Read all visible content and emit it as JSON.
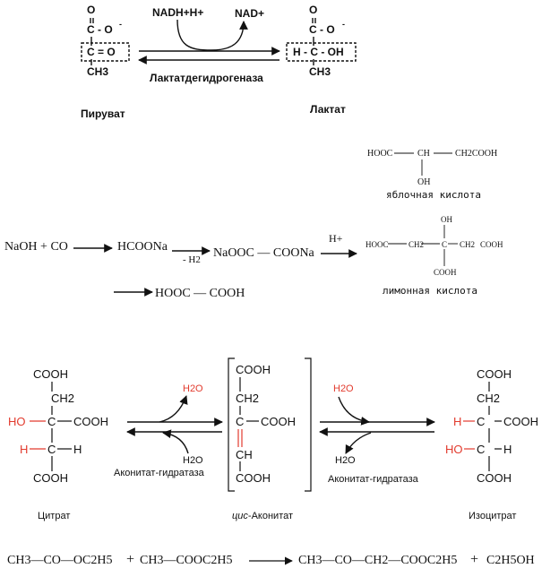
{
  "pyruvate_lactate": {
    "pyruvate_formula": {
      "o_top": "O",
      "coo": "C - O",
      "minus": "-",
      "keto": "C = O",
      "ch3": "CH3"
    },
    "lactate_formula": {
      "o_top": "O",
      "coo": "C - O",
      "minus": "-",
      "center": "H - C - OH",
      "ch3": "CH3"
    },
    "cofactor_in": "NADH+H+",
    "cofactor_out": "NAD+",
    "enzyme": "Лактатдегидрогеназа",
    "left_label": "Пируват",
    "right_label": "Лактат"
  },
  "malic_acid": {
    "left": "HOOC",
    "middle": "CH",
    "right": "CH2COOH",
    "oh": "OH",
    "caption": "яблочная кислота"
  },
  "citric_acid": {
    "oh": "OH",
    "left": "HOOC",
    "ch2_left": "CH2",
    "center": "C",
    "ch2_right": "CH2",
    "right": "COOH",
    "bottom": "COOH",
    "caption": "лимонная кислота"
  },
  "oxalic_synthesis": {
    "start": "NaOH + CO",
    "formate": "HCOONa",
    "minus_h2": "- H2",
    "oxalate_salt": "NaOOC — COONa",
    "acid_h": "H+",
    "product": "HOOC — COOH"
  },
  "aconitase": {
    "citrate": {
      "top": "COOH",
      "ch2": "CH2",
      "ho": "HO",
      "c": "C",
      "cooh": "COOH",
      "h_left": "H",
      "c2": "C",
      "h_right": "H",
      "bottom": "COOH"
    },
    "cis_aconitate": {
      "top": "COOH",
      "ch2": "CH2",
      "c": "C",
      "cooh": "COOH",
      "ch": "CH",
      "bottom": "COOH"
    },
    "isocitrate": {
      "top": "COOH",
      "ch2": "CH2",
      "h": "H",
      "c": "C",
      "cooh": "COOH",
      "ho": "HO",
      "c2": "C",
      "h_right": "H",
      "bottom": "COOH"
    },
    "water_1_out": "H2O",
    "water_1_in": "H2O",
    "water_2_in": "H2O",
    "water_2_out": "H2O",
    "enzyme_left": "Аконитат-гидратаза",
    "enzyme_right": "Аконитат-гидратаза",
    "label_citrate": "Цитрат",
    "label_cis_prefix": "цис",
    "label_cis_rest": "-Аконитат",
    "label_isocitrate": "Изоцитрат"
  },
  "claisen": {
    "reactant_1": "CH3—CO—OC2H5",
    "plus_1": "+",
    "reactant_2": "CH3—COOC2H5",
    "product_1": "CH3—CO—CH2—COOC2H5",
    "plus_2": "+",
    "product_2": "C2H5OH"
  },
  "colors": {
    "red": "#e23b2e",
    "ink": "#111111"
  }
}
